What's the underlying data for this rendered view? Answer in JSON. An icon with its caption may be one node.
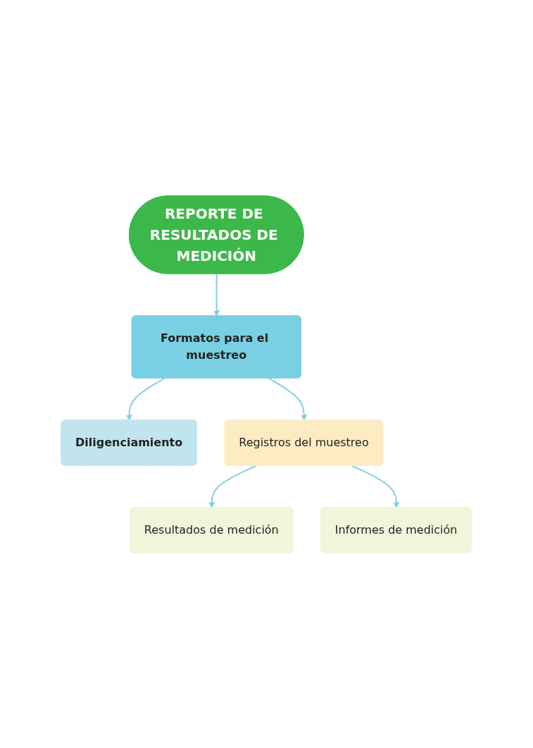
{
  "diagram": {
    "nodes": [
      {
        "text": [
          "REPORTE DE RESULTADOS DE MEDICIÓN"
        ]
      },
      {
        "text": [
          "Formatos para el muestreo"
        ]
      },
      {
        "text": [
          "Diligenciamiento"
        ]
      },
      {
        "text": [
          "Registros del muestreo"
        ]
      },
      {
        "text": [
          "Resultados de medición"
        ]
      },
      {
        "text": [
          "Informes de medición"
        ]
      }
    ],
    "edges": [
      {
        "from": 0,
        "to": 1,
        "arrow": "to"
      },
      {
        "from": 1,
        "to": 2,
        "arrow": "to"
      },
      {
        "from": 1,
        "to": 3,
        "arrow": "to"
      },
      {
        "from": 3,
        "to": 4,
        "arrow": "to"
      },
      {
        "from": 3,
        "to": 5,
        "arrow": "to"
      }
    ]
  }
}
